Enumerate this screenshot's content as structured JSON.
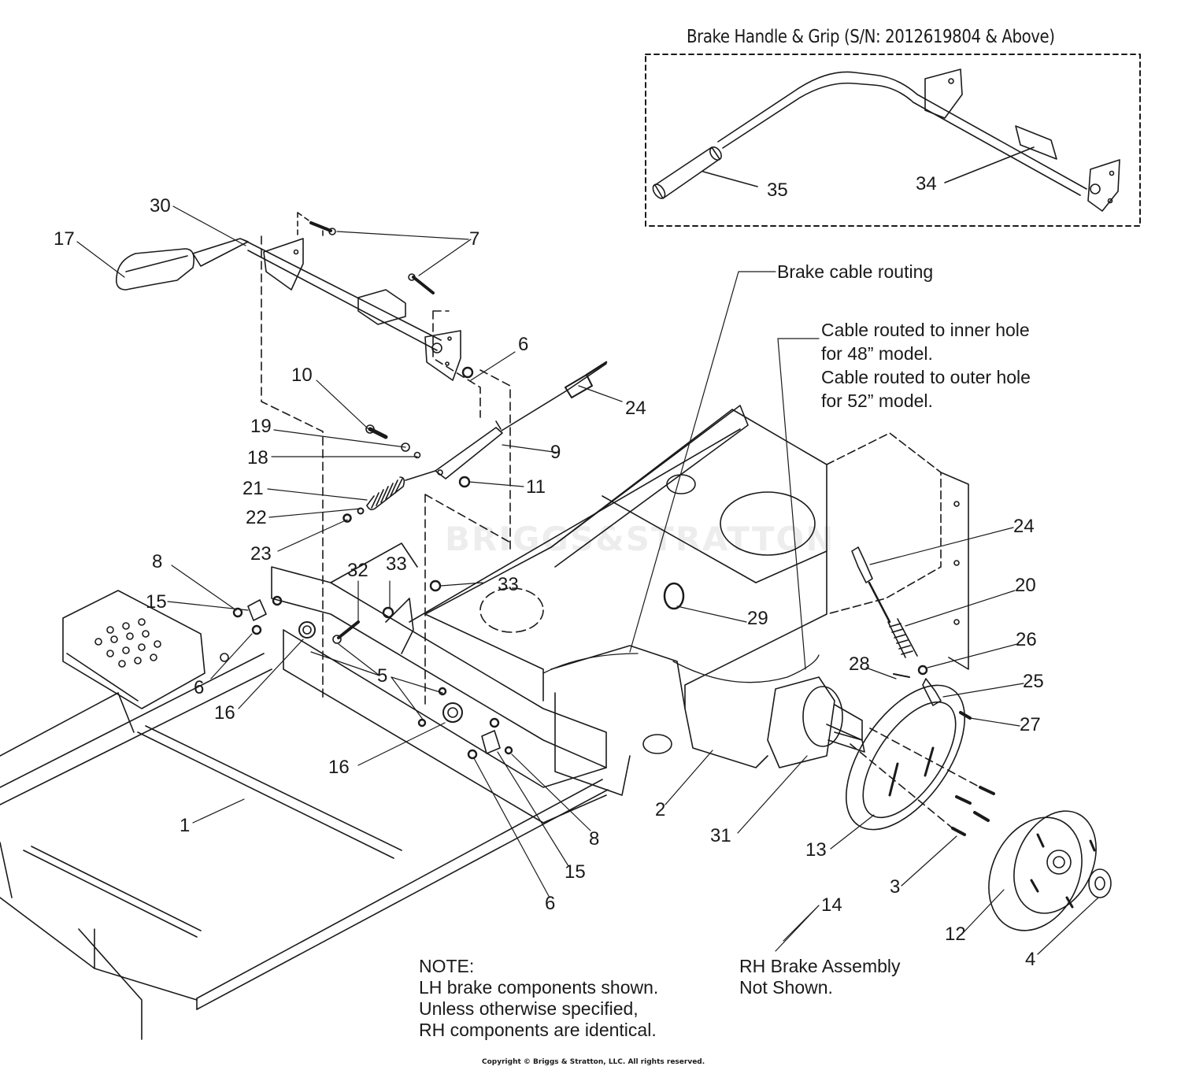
{
  "inset": {
    "title": "Brake Handle & Grip (S/N: 2012619804 & Above)",
    "callouts": [
      "35",
      "34"
    ]
  },
  "annotations": {
    "brake_cable_routing": "Brake cable routing",
    "cable_note": [
      "Cable routed to inner hole",
      "for 48” model.",
      "Cable routed to outer hole",
      "for 52” model."
    ],
    "note": [
      "NOTE:",
      "LH brake components shown.",
      "Unless otherwise specified,",
      "RH components are identical."
    ],
    "rh_brake": [
      "RH Brake Assembly",
      "Not Shown."
    ]
  },
  "watermark": "BRIGGS&STRATTON",
  "copyright": "Copyright © Briggs & Stratton, LLC. All rights reserved.",
  "callouts": {
    "c30": "30",
    "c17": "17",
    "c7": "7",
    "c6a": "6",
    "c10": "10",
    "c24a": "24",
    "c19": "19",
    "c9": "9",
    "c18": "18",
    "c11": "11",
    "c21": "21",
    "c22": "22",
    "c23": "23",
    "c8a": "8",
    "c32": "32",
    "c33a": "33",
    "c33b": "33",
    "c15a": "15",
    "c6b": "6",
    "c16a": "16",
    "c5": "5",
    "c16b": "16",
    "c1": "1",
    "c8b": "8",
    "c15b": "15",
    "c6c": "6",
    "c2": "2",
    "c31": "31",
    "c13": "13",
    "c3": "3",
    "c14": "14",
    "c12": "12",
    "c4": "4",
    "c24b": "24",
    "c20": "20",
    "c26": "26",
    "c28": "28",
    "c25": "25",
    "c27": "27",
    "c29": "29"
  }
}
